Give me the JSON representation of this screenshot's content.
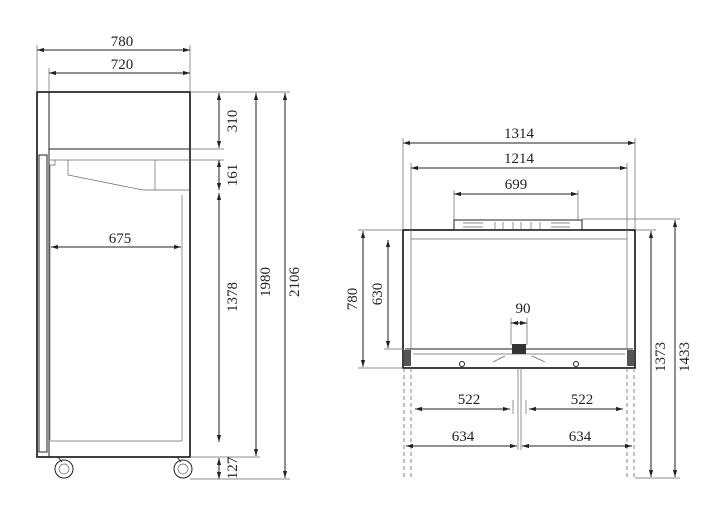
{
  "side_view": {
    "dimensions": {
      "overall_depth": "780",
      "body_depth": "720",
      "inner_depth": "675",
      "top_section_height": "310",
      "shelf_height": "161",
      "interior_height": "1378",
      "cabinet_height": "1980",
      "overall_height": "2106",
      "caster_height": "127"
    }
  },
  "top_view": {
    "dimensions": {
      "overall_width": "1314",
      "body_width": "1214",
      "unit_width": "699",
      "depth": "780",
      "inner_depth": "630",
      "mullion_width": "90",
      "door_inner_left": "522",
      "door_inner_right": "522",
      "door_left": "634",
      "door_right": "634",
      "door_swing_depth": "1373",
      "overall_swing_depth": "1433"
    }
  }
}
